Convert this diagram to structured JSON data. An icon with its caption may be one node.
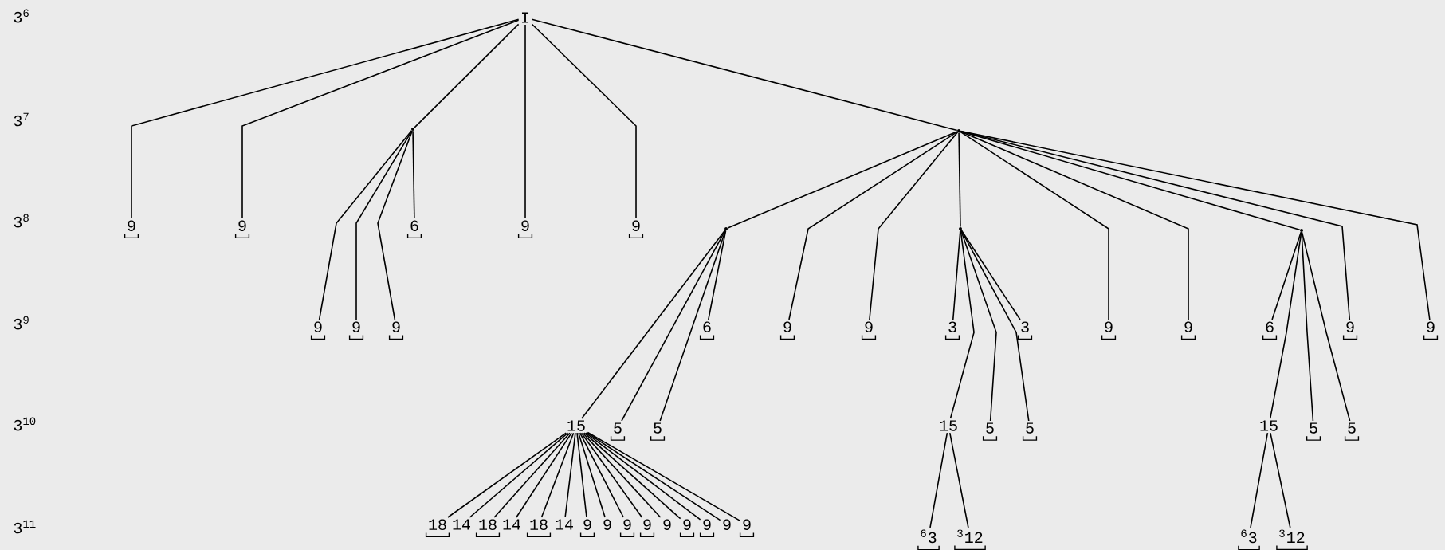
{
  "diagram": {
    "nodes": [
      {
        "text": [
          "I"
        ]
      },
      {
        "text": [],
        "shape": "point"
      },
      {
        "text": [],
        "shape": "point"
      },
      {
        "text": [
          "9"
        ]
      },
      {
        "text": [
          "9"
        ]
      },
      {
        "text": [
          "6"
        ]
      },
      {
        "text": [
          "9"
        ]
      },
      {
        "text": [
          "9"
        ]
      },
      {
        "text": [],
        "shape": "point"
      },
      {
        "text": [],
        "shape": "point"
      },
      {
        "text": [],
        "shape": "point"
      },
      {
        "text": [
          "9"
        ]
      },
      {
        "text": [
          "9"
        ]
      },
      {
        "text": [
          "9"
        ]
      },
      {
        "text": [
          "6"
        ]
      },
      {
        "text": [
          "9"
        ]
      },
      {
        "text": [
          "9"
        ]
      },
      {
        "text": [
          "3"
        ]
      },
      {
        "text": [
          "3"
        ]
      },
      {
        "text": [
          "9"
        ]
      },
      {
        "text": [
          "9"
        ]
      },
      {
        "text": [
          "6"
        ]
      },
      {
        "text": [
          "9"
        ]
      },
      {
        "text": [
          "9"
        ]
      },
      {
        "text": [
          "15"
        ]
      },
      {
        "text": [
          "5"
        ]
      },
      {
        "text": [
          "5"
        ]
      },
      {
        "text": [
          "15"
        ]
      },
      {
        "text": [
          "5"
        ]
      },
      {
        "text": [
          "5"
        ]
      },
      {
        "text": [
          "15"
        ]
      },
      {
        "text": [
          "5"
        ]
      },
      {
        "text": [
          "5"
        ]
      },
      {
        "text": [
          "18"
        ]
      },
      {
        "text": [
          "14"
        ]
      },
      {
        "text": [
          "18"
        ]
      },
      {
        "text": [
          "14"
        ]
      },
      {
        "text": [
          "18"
        ]
      },
      {
        "text": [
          "14"
        ]
      },
      {
        "text": [
          "9"
        ]
      },
      {
        "text": [
          "9"
        ]
      },
      {
        "text": [
          "9"
        ]
      },
      {
        "text": [
          "9"
        ]
      },
      {
        "text": [
          "9"
        ]
      },
      {
        "text": [
          "9"
        ]
      },
      {
        "text": [
          "9"
        ]
      },
      {
        "text": [
          "9"
        ]
      },
      {
        "text": [
          "9"
        ]
      },
      {
        "text": [
          "$^{6}$3"
        ]
      },
      {
        "text": [
          "$^{3}$12"
        ]
      },
      {
        "text": [
          "$^{6}$3"
        ]
      },
      {
        "text": [
          "$^{3}$12"
        ]
      }
    ],
    "edges": [
      {
        "from": 0,
        "to": 1,
        "arrow": "none"
      },
      {
        "from": 0,
        "to": 2,
        "arrow": "none"
      },
      {
        "from": 0,
        "to": 3,
        "arrow": "none"
      },
      {
        "from": 0,
        "to": 4,
        "arrow": "none"
      },
      {
        "from": 1,
        "to": 5,
        "arrow": "none"
      },
      {
        "from": 0,
        "to": 6,
        "arrow": "none"
      },
      {
        "from": 0,
        "to": 7,
        "arrow": "none"
      },
      {
        "from": 2,
        "to": 8,
        "arrow": "none"
      },
      {
        "from": 2,
        "to": 9,
        "arrow": "none"
      },
      {
        "from": 2,
        "to": 10,
        "arrow": "none"
      },
      {
        "from": 1,
        "to": 11,
        "arrow": "none"
      },
      {
        "from": 1,
        "to": 12,
        "arrow": "none"
      },
      {
        "from": 1,
        "to": 13,
        "arrow": "none"
      },
      {
        "from": 8,
        "to": 14,
        "arrow": "none"
      },
      {
        "from": 2,
        "to": 15,
        "arrow": "none"
      },
      {
        "from": 2,
        "to": 16,
        "arrow": "none"
      },
      {
        "from": 9,
        "to": 17,
        "arrow": "none"
      },
      {
        "from": 9,
        "to": 18,
        "arrow": "none"
      },
      {
        "from": 2,
        "to": 19,
        "arrow": "none"
      },
      {
        "from": 2,
        "to": 20,
        "arrow": "none"
      },
      {
        "from": 10,
        "to": 21,
        "arrow": "none"
      },
      {
        "from": 2,
        "to": 22,
        "arrow": "none"
      },
      {
        "from": 2,
        "to": 23,
        "arrow": "none"
      },
      {
        "from": 8,
        "to": 24,
        "arrow": "none"
      },
      {
        "from": 8,
        "to": 25,
        "arrow": "none"
      },
      {
        "from": 8,
        "to": 26,
        "arrow": "none"
      },
      {
        "from": 9,
        "to": 27,
        "arrow": "none"
      },
      {
        "from": 9,
        "to": 28,
        "arrow": "none"
      },
      {
        "from": 9,
        "to": 29,
        "arrow": "none"
      },
      {
        "from": 10,
        "to": 30,
        "arrow": "none"
      },
      {
        "from": 10,
        "to": 31,
        "arrow": "none"
      },
      {
        "from": 10,
        "to": 32,
        "arrow": "none"
      },
      {
        "from": 24,
        "to": 33,
        "arrow": "none"
      },
      {
        "from": 24,
        "to": 34,
        "arrow": "none"
      },
      {
        "from": 24,
        "to": 35,
        "arrow": "none"
      },
      {
        "from": 24,
        "to": 36,
        "arrow": "none"
      },
      {
        "from": 24,
        "to": 37,
        "arrow": "none"
      },
      {
        "from": 24,
        "to": 38,
        "arrow": "none"
      },
      {
        "from": 24,
        "to": 39,
        "arrow": "none"
      },
      {
        "from": 24,
        "to": 40,
        "arrow": "none"
      },
      {
        "from": 24,
        "to": 41,
        "arrow": "none"
      },
      {
        "from": 24,
        "to": 42,
        "arrow": "none"
      },
      {
        "from": 24,
        "to": 43,
        "arrow": "none"
      },
      {
        "from": 24,
        "to": 44,
        "arrow": "none"
      },
      {
        "from": 24,
        "to": 45,
        "arrow": "none"
      },
      {
        "from": 24,
        "to": 46,
        "arrow": "none"
      },
      {
        "from": 24,
        "to": 47,
        "arrow": "none"
      },
      {
        "from": 27,
        "to": 48,
        "arrow": "none"
      },
      {
        "from": 27,
        "to": 49,
        "arrow": "none"
      },
      {
        "from": 30,
        "to": 50,
        "arrow": "none"
      },
      {
        "from": 30,
        "to": 51,
        "arrow": "none"
      }
    ],
    "labels": [
      "3$^{6}$",
      "3$^{7}$",
      "3$^{8}$",
      "3$^{9}$",
      "3$^{10}$",
      "3$^{11}$"
    ]
  }
}
